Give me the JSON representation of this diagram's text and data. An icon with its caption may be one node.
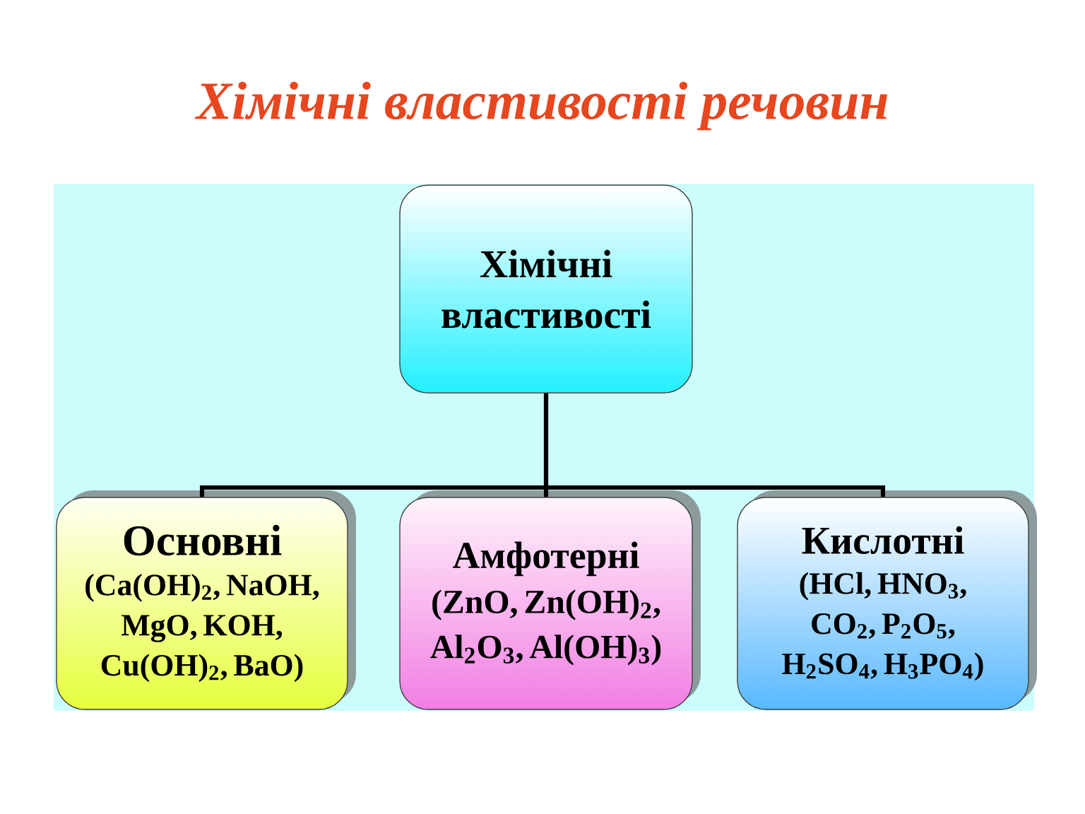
{
  "diagram": {
    "title": "Хімічні властивості речовин",
    "nodes": [
      {
        "text": [
          "Хімічні властивості"
        ]
      },
      {
        "text": [
          "Основні",
          "(Ca(OH)$_{2}$, NaOH, MgO, KOH, Cu(OH)$_{2}$, BaO)"
        ]
      },
      {
        "text": [
          "Амфотерні",
          "(ZnO, Zn(OH)$_{2}$, Al$_{2}$O$_{3}$, Al(OH)$_{3}$)"
        ]
      },
      {
        "text": [
          "Кислотні",
          "(HCl, HNO$_{3}$, CO$_{2}$, P$_{2}$O$_{5}$, H$_{2}$SO$_{4}$, H$_{3}$PO$_{4}$)"
        ]
      }
    ],
    "edges": [
      {
        "from": 0,
        "to": 1,
        "arrow": "none"
      },
      {
        "from": 0,
        "to": 2,
        "arrow": "none"
      },
      {
        "from": 0,
        "to": 3,
        "arrow": "none"
      }
    ]
  }
}
